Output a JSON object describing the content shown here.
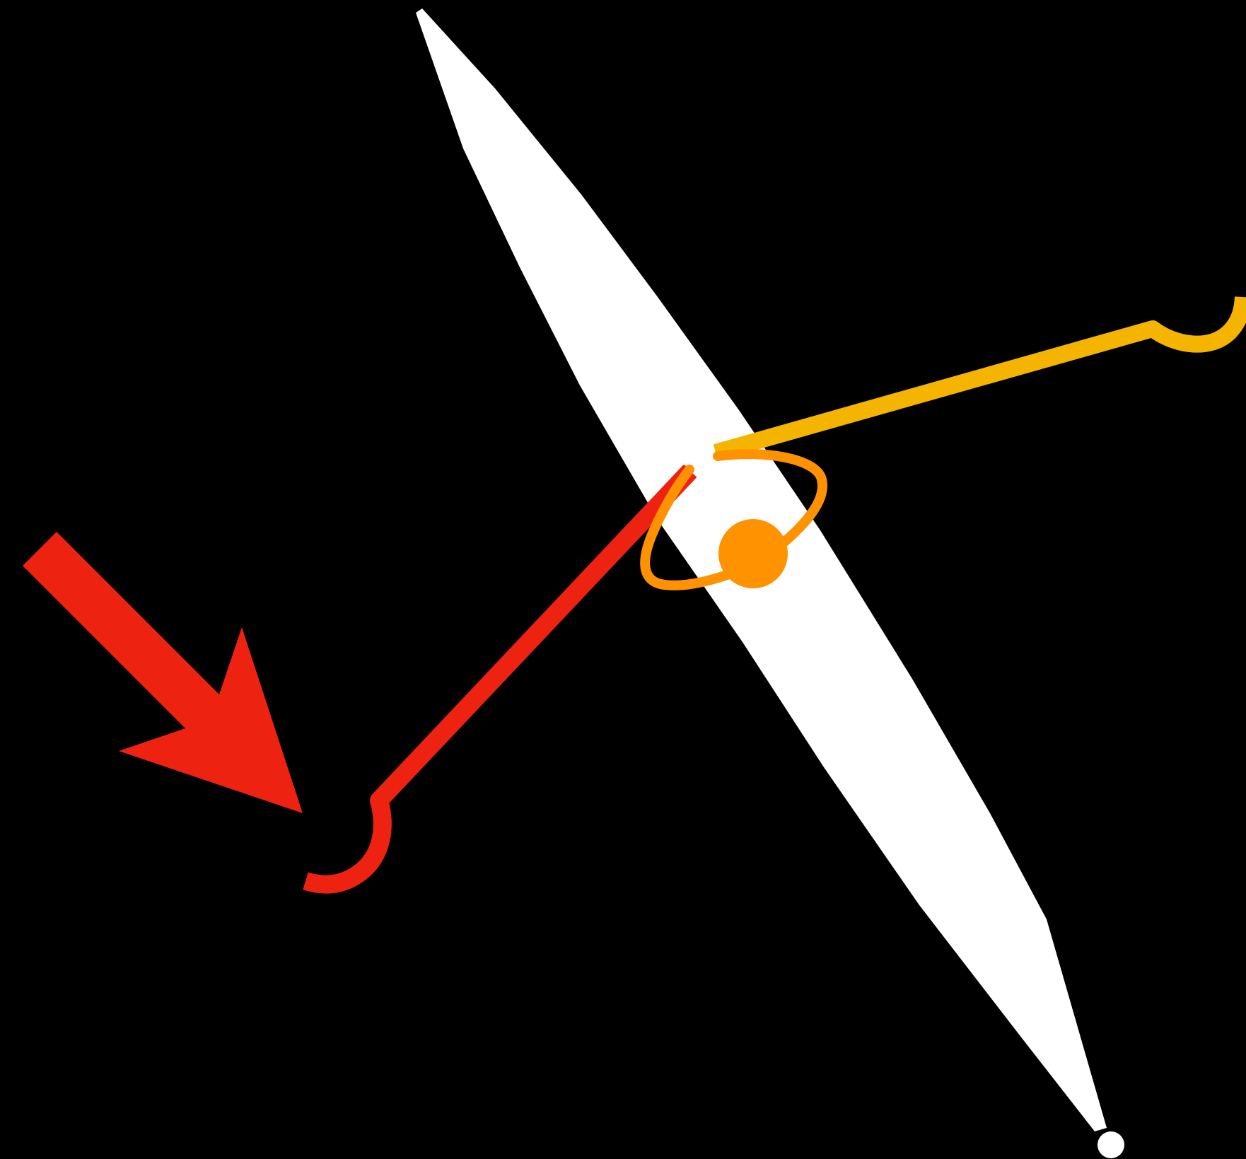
{
  "diagram": {
    "background_color": "#000000",
    "elements": [
      {
        "id": "blade",
        "kind": "lens-shaped needle",
        "color": "#FFFFFF",
        "icon": "needle-icon"
      },
      {
        "id": "red-arrow",
        "kind": "arrow",
        "color": "#EE2211",
        "icon": "arrow-down-right-icon"
      },
      {
        "id": "red-hook",
        "kind": "line ending in hook",
        "color": "#EE2211",
        "icon": "hook-icon"
      },
      {
        "id": "yellow-hook",
        "kind": "line ending in hook",
        "color": "#F4B400",
        "icon": "hook-icon"
      },
      {
        "id": "orange-loop",
        "kind": "closed loop",
        "color": "#FF9200",
        "icon": "loop-icon"
      },
      {
        "id": "orange-dot",
        "kind": "filled circle",
        "color": "#FF9200",
        "icon": "dot-icon"
      },
      {
        "id": "tip-dot",
        "kind": "filled circle",
        "color": "#FFFFFF",
        "icon": "dot-icon"
      }
    ]
  }
}
